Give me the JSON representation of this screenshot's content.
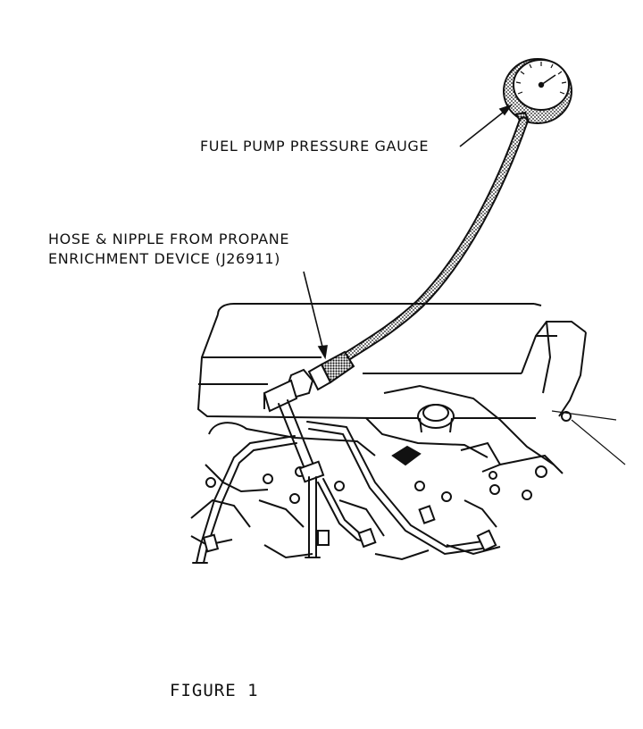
{
  "labels": {
    "gauge": "FUEL PUMP PRESSURE GAUGE",
    "hose_line1": "HOSE & NIPPLE FROM PROPANE",
    "hose_line2": "ENRICHMENT DEVICE (J26911)"
  },
  "caption": "FIGURE 1",
  "colors": {
    "ink": "#111111",
    "paper": "#ffffff"
  }
}
